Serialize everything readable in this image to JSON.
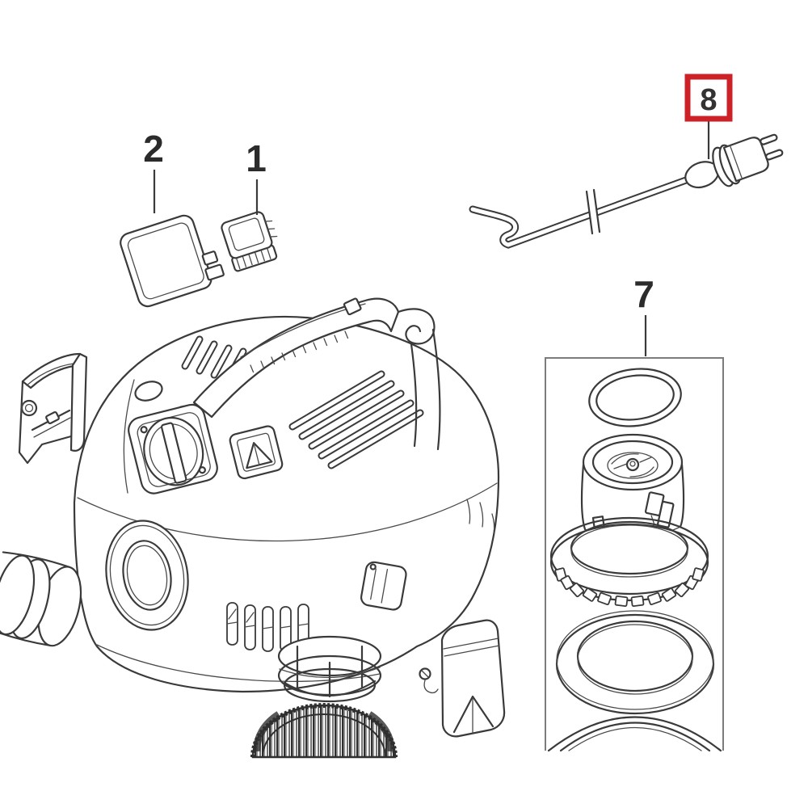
{
  "diagram": {
    "background": "#ffffff",
    "line_color": "#3a3a3a",
    "labels": {
      "part1": {
        "text": "1"
      },
      "part2": {
        "text": "2"
      },
      "part7": {
        "text": "7"
      },
      "part8": {
        "text": "8",
        "box_color": "#cc2127",
        "highlighted": true
      }
    },
    "parts": [
      {
        "label": "2",
        "name": "square-cover-panel"
      },
      {
        "label": "1",
        "name": "switch-block"
      },
      {
        "label": "8",
        "name": "power-cord-with-plug"
      },
      {
        "label": "7",
        "name": "motor-assembly-with-gaskets"
      }
    ]
  }
}
